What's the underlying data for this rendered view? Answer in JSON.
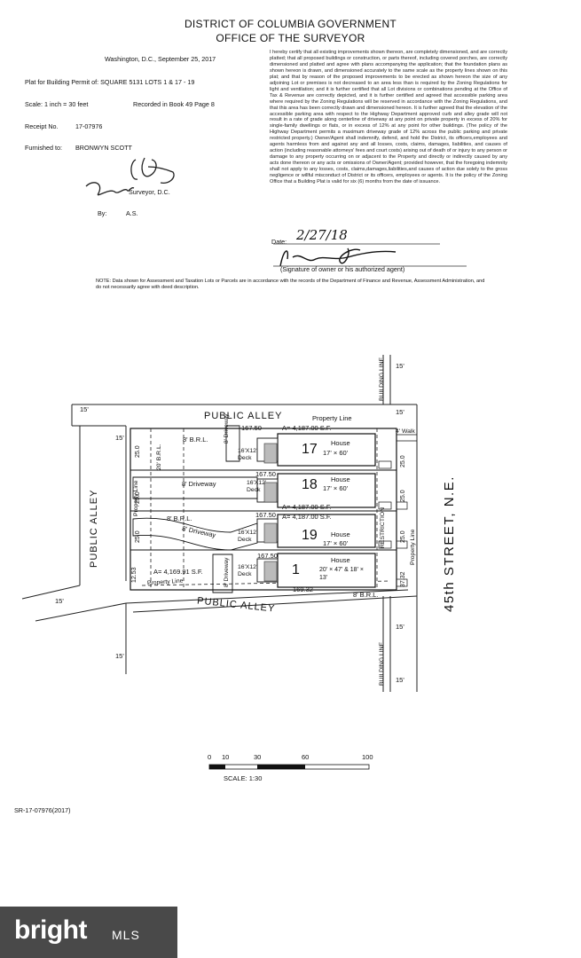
{
  "header": {
    "line1": "DISTRICT OF COLUMBIA GOVERNMENT",
    "line2": "OFFICE OF THE SURVEYOR"
  },
  "meta": {
    "date_line": "Washington, D.C., September 25, 2017",
    "plat_for": "Plat for Building Permit of: SQUARE 5131 LOTS 1 & 17 - 19",
    "scale": "Scale: 1 inch = 30 feet",
    "recorded": "Recorded in Book 49 Page 8",
    "receipt_label": "Receipt No.",
    "receipt_value": "17-07976",
    "furnished_label": "Furnished to:",
    "furnished_value": "BRONWYN SCOTT",
    "surveyor_label": "Surveyor, D.C.",
    "by_label": "By:",
    "by_value": "A.S."
  },
  "certification_text": "I hereby certify that all existing improvements shown thereon, are completely dimensioned, and are correctly platted; that all proposed buildings or construction, or parts thereof, including covered porches, are correctly dimensioned and platted and agree with plans accompanying the application; that the foundation plans as shown hereon is drawn, and dimensioned accurately to the same scale as the property lines shown on this plat; and that by reason of the proposed improvements to be erected as shown hereon the size of any adjoining Lot or premises is not decreased to an area less than is required by the Zoning Regulations for light and ventilation; and it is further certified that all Lot divisions or combinations pending at the Office of Tax & Revenue are correctly depicted, and it is further certified and agreed that accessible parking area where required by the Zoning Regulations will be reserved in accordance with the Zoning Regulations, and that this area has been correctly drawn and dimensioned hereon. It is further agreed that the elevation of the accessible parking area with respect to the Highway Department approved curb and alley grade will not result in a rate of grade along centerline of driveway at any point on private property in excess of 20% for single-family dwellings or flats, or in excess of 12% at any point for other buildings. (The policy of the Highway Department permits a maximum driveway grade of 12% across the public parking and private restricted property.) Owner/Agent shall indemnify, defend, and hold the District, its officers,employees and agents harmless from and against any and all losses, costs, claims, damages, liabilities, and causes of action (including reasonable attorneys' fees and court costs) arising out of death of or injury to any person or damage to any property occurring on or adjacent to the Property and directly or indirectly caused by any acts done thereon or any acts or omissions of Owner/Agent; provided however, that the foregoing indemnity shall not apply to any losses, costs, claims,damages,liabilities,and causes of action due solely to the gross negligence or willful misconduct of District or its officers, employees or agents. It is the policy of the Zoning Office that a Building Plat is valid for six (6) months from the date of issuance.",
  "signature": {
    "date_label": "Date:",
    "date_value": "2/27/18",
    "caption": "(Signature of owner or his authorized agent)"
  },
  "note": "NOTE: Data shown for Assessment and Taxation Lots or Parcels are in accordance with the records of the Department of Finance and Revenue, Assessment Administration, and do not necessarily agree with deed description.",
  "plat": {
    "public_alley_top": "PUBLIC ALLEY",
    "public_alley_left": "PUBLIC ALLEY",
    "public_alley_bottom": "PUBLIC ALLEY",
    "street": "45th STREET, N.E.",
    "property_line": "Property Line",
    "building_line": "BUILDING LINE",
    "restriction": "RESTRICTION",
    "brl8": "8' B.R.L.",
    "brl20": "20' B.R.L.",
    "walk": "4' Walk",
    "driveway8": "8' Driveway",
    "dim_15": "15'",
    "dim_25": "25.0",
    "dim_16750": "167.50",
    "dim_16932": "169.32",
    "dim_1253": "12.53",
    "dim_3732": "37.32",
    "lots": [
      {
        "num": "17",
        "house": "House",
        "size": "17' × 60'",
        "deck": "16'X12' Deck",
        "area": "A= 4,187.00 S.F."
      },
      {
        "num": "18",
        "house": "House",
        "size": "17' × 60'",
        "deck": "16'X12' Deck",
        "area": "A= 4,187.00 S.F."
      },
      {
        "num": "19",
        "house": "House",
        "size": "17' × 60'",
        "deck": "16'X12' Deck",
        "area": "A= 4,187.00 S.F."
      },
      {
        "num": "1",
        "house": "House",
        "size": "20' × 47' & 18' × 13'",
        "deck": "16'X12' Deck",
        "area": "A= 4,169.91 S.F."
      }
    ]
  },
  "scale_bar": {
    "ticks": [
      "0",
      "10",
      "30",
      "60",
      "100"
    ],
    "label": "SCALE: 1:30"
  },
  "footer_ref": "SR-17-07976(2017)",
  "watermark": {
    "brand": "bright",
    "suffix": "MLS"
  }
}
